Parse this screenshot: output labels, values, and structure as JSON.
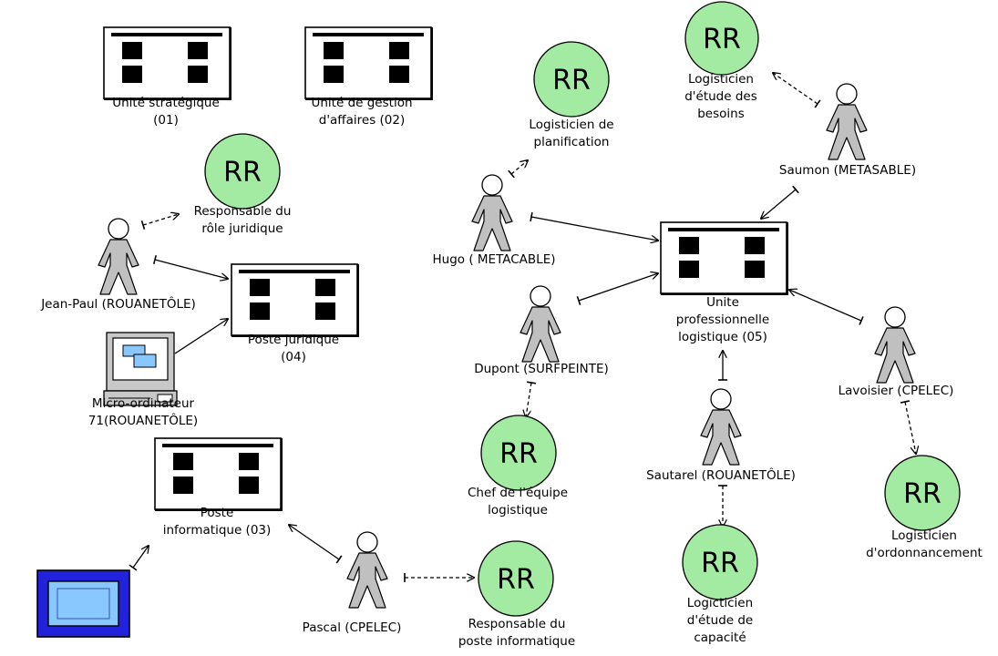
{
  "units": {
    "strategique": [
      "Unité stratégique",
      "(01)"
    ],
    "gestion": [
      "Unité de gestion",
      "d'affaires (02)"
    ],
    "juridique": [
      "Poste juridique",
      "(04)"
    ],
    "informatique": [
      "Poste",
      "informatique (03)"
    ],
    "logistique": [
      "Unite",
      "professionnelle",
      "logistique (05)"
    ]
  },
  "actors": {
    "jean_paul": "Jean-Paul (ROUANETÔLE)",
    "hugo": "Hugo ( METACABLE)",
    "saumon": "Saumon (METASABLE)",
    "dupont": "Dupont (SURFPEINTE)",
    "lavoisier": "Lavoisier (CPELEC)",
    "sautarel": "Sautarel (ROUANETÔLE)",
    "pascal": "Pascal (CPELEC)"
  },
  "roles": {
    "symbol": "RR",
    "resp_juridique": [
      "Responsable du",
      "rôle juridique"
    ],
    "log_planification": [
      "Logisticien de",
      "planification"
    ],
    "log_besoins": [
      "Logisticien",
      "d'étude des",
      "besoins"
    ],
    "chef_logistique": [
      "Chef de l'équipe",
      "logistique"
    ],
    "log_capacite": [
      "Logicticien",
      "d'étude de",
      "capacité"
    ],
    "log_ordonnancement": [
      "Logisticien",
      "d'ordonnancement"
    ],
    "resp_informatique": [
      "Responsable du",
      "poste informatique"
    ]
  },
  "devices": {
    "micro": [
      "Micro-ordinateur",
      "71(ROUANETÔLE)"
    ]
  },
  "colors": {
    "role_fill": "#a3eba3",
    "actor_fill": "#c0c0c0",
    "unit_fill": "#ffffff",
    "screen_fill": "#2222dd",
    "screen_inner": "#88c8ff",
    "line": "#000000"
  }
}
